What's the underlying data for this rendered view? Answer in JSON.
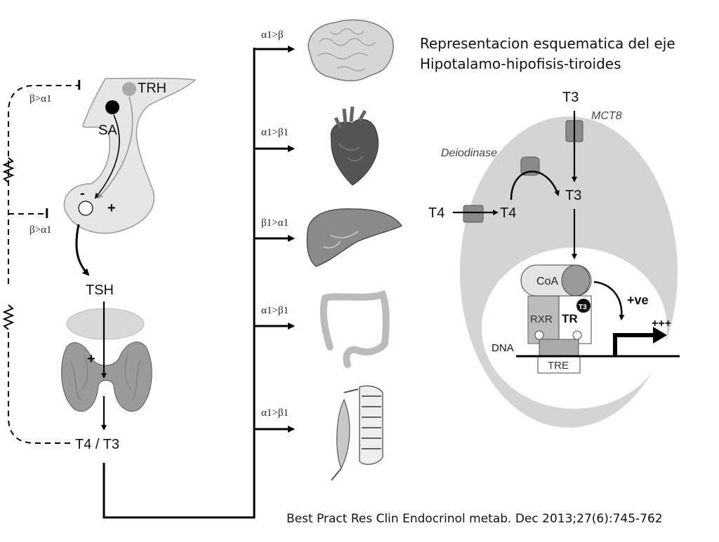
{
  "title": {
    "line1": "Representacion esquematica del eje",
    "line2": "Hipotalamo-hipofisis-tiroides"
  },
  "citation": "Best Pract Res Clin Endocrinol metab. Dec 2013;27(6):745-762",
  "axis": {
    "trh": "TRH",
    "sa": "SA",
    "tsh": "TSH",
    "t4t3": "T4 / T3",
    "minus": "-",
    "plus": "+",
    "thyroid_plus": "+",
    "feedback_top_label": "β>α1",
    "feedback_top_bar": "I",
    "feedback_mid_label": "β>α1",
    "feedback_mid_bar": "I"
  },
  "organs": [
    {
      "name": "brain",
      "receptor": "α1>β"
    },
    {
      "name": "heart",
      "receptor": "α1>β1"
    },
    {
      "name": "liver",
      "receptor": "β1>α1"
    },
    {
      "name": "intestine",
      "receptor": "α1>β1"
    },
    {
      "name": "muscle",
      "receptor": "α1>β1"
    }
  ],
  "cell": {
    "t3_top": "T3",
    "mct8": "MCT8",
    "deiodinase": "Deiodinase",
    "t4_outside": "T4",
    "t4_inside": "T4",
    "t3_inside": "T3",
    "coa": "CoA",
    "rxr": "RXR",
    "tr": "TR",
    "t3_badge": "T3",
    "positive": "+ve",
    "plusplus": "+++",
    "dna": "DNA",
    "tre": "TRE"
  },
  "colors": {
    "cell_fill": "#d4d4d4",
    "nucleus_fill": "#ffffff",
    "transporter": "#8a8a8a",
    "pituitary_fill": "#e6e6e6",
    "line": "#000000"
  }
}
